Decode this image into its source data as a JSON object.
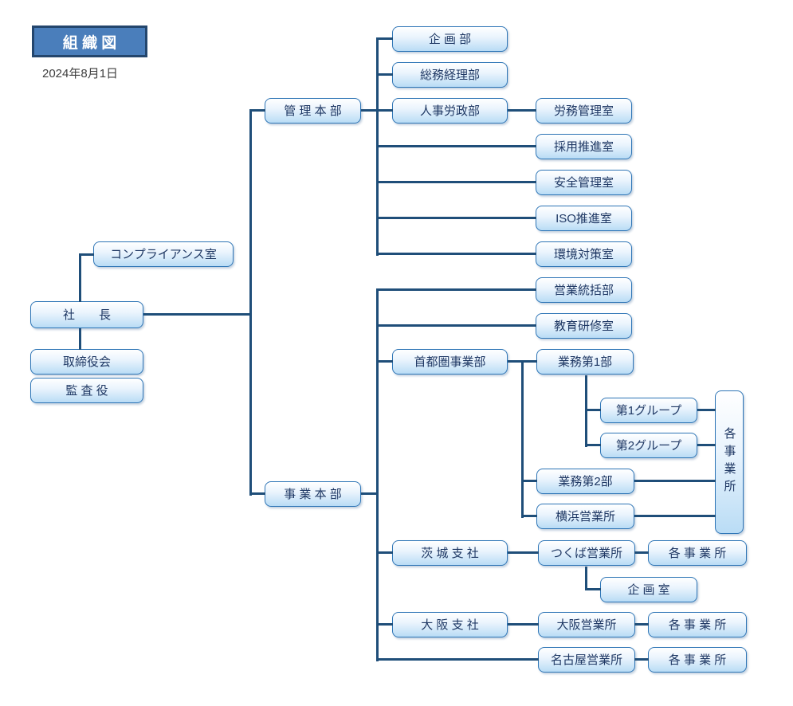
{
  "header": {
    "title": "組 織 図",
    "date": "2024年8月1日"
  },
  "colors": {
    "title_bg": "#4a7ebb",
    "title_border": "#24466d",
    "box_border": "#2e75b6",
    "box_fill_top": "#ffffff",
    "box_fill_bottom": "#b9dcf5",
    "box_text": "#1f3864",
    "connector_line": "#1f4e79"
  },
  "nodes": {
    "compliance": "コンプライアンス室",
    "president": "社　　長",
    "board": "取締役会",
    "auditor": "監 査 役",
    "kanri_honbu": "管 理 本 部",
    "kikaku_bu": "企 画 部",
    "somu_keiri": "総務経理部",
    "jinji_rosei": "人事労政部",
    "romu_kanri": "労務管理室",
    "saiyo_suishin": "採用推進室",
    "anzen_kanri": "安全管理室",
    "iso_suishin": "ISO推進室",
    "kankyo_taisaku": "環境対策室",
    "jigyo_honbu": "事 業 本 部",
    "eigyo_tokatsu": "営業統括部",
    "kyoiku_kenshu": "教育研修室",
    "shutoken_jigyobu": "首都圏事業部",
    "gyomu_dai1bu": "業務第1部",
    "dai1_group": "第1グループ",
    "dai2_group": "第2グループ",
    "gyomu_dai2bu": "業務第2部",
    "yokohama_eigyosho": "横浜営業所",
    "kaku_jigyosho_vertical": "各事業所",
    "ibaraki_shisha": "茨 城 支 社",
    "tsukuba_eigyosho": "つくば営業所",
    "kaku_jigyosho_1": "各 事 業 所",
    "kikaku_shitsu": "企 画 室",
    "osaka_shisha": "大 阪 支 社",
    "osaka_eigyosho": "大阪営業所",
    "kaku_jigyosho_2": "各 事 業 所",
    "nagoya_eigyosho": "名古屋営業所",
    "kaku_jigyosho_3": "各 事 業 所"
  }
}
